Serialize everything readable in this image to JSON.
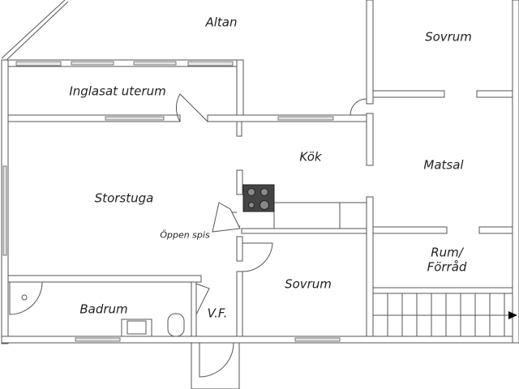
{
  "rooms": {
    "altan": "Altan",
    "sovrum_top": "Sovrum",
    "inglasat": "Inglasat uterum",
    "kok": "Kök",
    "matsal": "Matsal",
    "storstuga": "Storstuga",
    "oppen_spis": "Öppen spis",
    "rum": "Rum/",
    "forrad": "Förråd",
    "sovrum_bottom": "Sovrum",
    "badrum": "Badrum",
    "vf": "V.F."
  },
  "colors": {
    "wall": "#555555",
    "window": "#e4e4e4",
    "stove": "#444444"
  }
}
